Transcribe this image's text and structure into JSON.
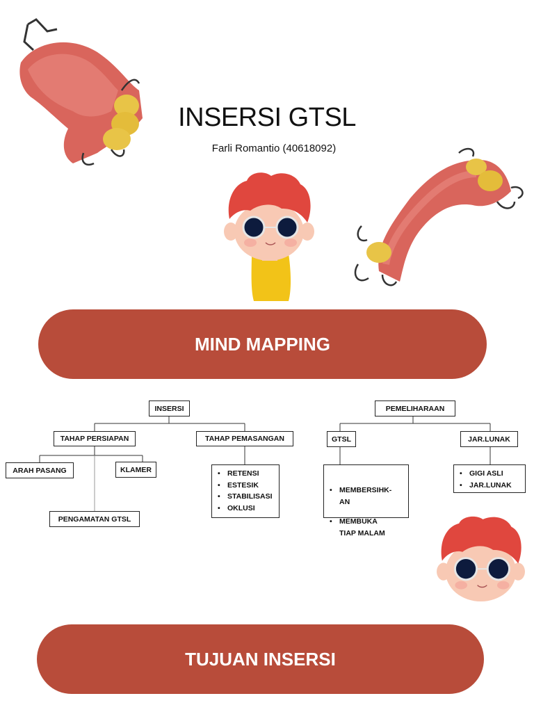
{
  "header": {
    "title": "INSERSI GTSL",
    "subtitle": "Farli Romantio (40618092)"
  },
  "banners": {
    "mind_mapping": "MIND MAPPING",
    "tujuan": "TUJUAN INSERSI"
  },
  "mindmap": {
    "insersi": {
      "label": "INSERSI",
      "tahap_persiapan": {
        "label": "TAHAP PERSIAPAN",
        "arah_pasang": "ARAH PASANG",
        "klamer": "KLAMER",
        "pengamatan": "PENGAMATAN GTSL"
      },
      "tahap_pemasangan": {
        "label": "TAHAP PEMASANGAN",
        "items": [
          "RETENSI",
          "ESTESIK",
          "STABILISASI",
          "OKLUSI"
        ]
      }
    },
    "pemeliharaan": {
      "label": "PEMELIHARAAN",
      "gtsl": {
        "label": "GTSL",
        "items": [
          "MEMBERSIHK-\nAN",
          "MEMBUKA\nTIAP MALAM"
        ]
      },
      "jar_lunak": {
        "label": "JAR.LUNAK",
        "items": [
          "GIGI ASLI",
          "JAR.LUNAK"
        ]
      }
    }
  },
  "colors": {
    "banner": "#b84c3a",
    "hair": "#e0473e",
    "skin": "#f8c9b4",
    "shirt": "#f2c318",
    "denture_gum": "#d9655c",
    "tooth": "#e8c447"
  },
  "icons": [
    "denture-image",
    "cartoon-boy-avatar"
  ]
}
